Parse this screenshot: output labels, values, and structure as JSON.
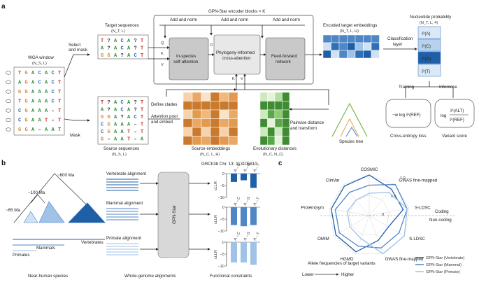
{
  "colors": {
    "blue_dark": "#1f5fa8",
    "blue_mid": "#4f86c6",
    "blue_light": "#9fc2e6",
    "orange": "#e39a4e",
    "green": "#58a845",
    "grey_box": "#c9c9c9"
  },
  "panel_a": {
    "letter": "a",
    "encoder_title": "GPN-Star encoder blocks × K",
    "add_norm": "Add and norm",
    "self_attention": [
      "In-species",
      "self-attention"
    ],
    "cross_attention": [
      "Phylogeny-informed",
      "cross-attention"
    ],
    "ffn": [
      "Feed-forward",
      "network"
    ],
    "wga_window": "WGA window",
    "wga_dims": "(N_S, L)",
    "select_mask": [
      "Select",
      "and mask"
    ],
    "mask": "Mask",
    "target_sequences": "Target sequences",
    "target_dims": "(N_T, L)",
    "source_sequences": "Source sequences",
    "source_dims": "(N_S, L)",
    "wga_rows": [
      "TGACACT",
      "AGACACT",
      "GGAAACT",
      "TGAAACT",
      "CGAAA–T",
      "CGAAT–T",
      "GGA–AAT"
    ],
    "target_rows": [
      "T?ACA?T",
      "A?ACA?T",
      "GGA?ACT"
    ],
    "source_rows": [
      "T?ACA?T",
      "A?ACA?T",
      "GGA?ACT",
      "CGAAA–T",
      "CGAAT–T",
      "G–AAT–A"
    ],
    "define_clades": "Define clades",
    "attention_pool": [
      "Attention pool",
      "and embed"
    ],
    "source_embeddings": "Source embeddings",
    "source_emb_dims": "(N_C, L, H)",
    "evolutionary_distances": "Evolutionary distances",
    "evo_dims": "(N_C, N_C)",
    "pairwise": [
      "Pairwise distance",
      "and transform"
    ],
    "species_tree": "Species tree",
    "encoded_target": "Encoded target embeddings",
    "encoded_dims": "(N_T, L, H)",
    "classification_layer": [
      "Classification",
      "layer"
    ],
    "nucleotide_probability": "Nucleotide probability",
    "nucleotide_dims": "(N_T, L, 4)",
    "probs": [
      "ℙ(A)",
      "ℙ(C)",
      "ℙ(G)",
      "ℙ(T)"
    ],
    "training": "Training",
    "inference": "Inference",
    "ce_formula": "−w log ℙ(REF)",
    "vs_formula_num": "ℙ(ALT)",
    "vs_formula_den": "ℙ(REF)",
    "vs_log": "log",
    "ce_loss": "Cross-entropy loss",
    "variant_score": "Variant score",
    "q": "Q",
    "k": "K",
    "v": "V",
    "o": "O"
  },
  "panel_b": {
    "letter": "b",
    "ages": [
      "~600 Ma",
      "~100 Ma",
      "~65 Ma"
    ],
    "groups": [
      "Mammals",
      "Primates",
      "Vertebrates"
    ],
    "alignments": [
      "Vertebrate alignment",
      "Mammal alignment",
      "Primate alignment"
    ],
    "model": "GPN-Star",
    "locus": "GRCh38  Chr. 13: 113105810",
    "variants": [
      "A→C",
      "A→G",
      "A→T"
    ],
    "ylabel": "cLLR",
    "yticks": [
      "0",
      "−5",
      "−10"
    ],
    "footers": [
      "Near-human species",
      "Whole-genome alignments",
      "Functional constraints"
    ]
  },
  "panel_c": {
    "letter": "c",
    "axes": [
      "COSMIC",
      "GWAS fine-mapped",
      "S-LDSC",
      "S-LDSC",
      "GWAS fine-mapped",
      "HGMD",
      "OMIM",
      "ProteinGym",
      "ClinVar"
    ],
    "ring_labels": [
      "1.0",
      "0.5",
      "0"
    ],
    "coding": "Coding",
    "non_coding": "Non-coding",
    "legend": [
      "GPN-Star (Vertebrate)",
      "GPN-Star (Mammal)",
      "GPN-Star (Primate)"
    ],
    "allele_title": "Allele frequencies of target variants",
    "lower": "Lower",
    "higher": "Higher"
  },
  "chart_data": [
    {
      "type": "bar",
      "title": "Vertebrate alignment",
      "categories": [
        "A→C",
        "A→G",
        "A→T"
      ],
      "values": [
        -3.5,
        -2.8,
        -6.0
      ],
      "ylim": [
        -10,
        0
      ],
      "ylabel": "cLLR"
    },
    {
      "type": "bar",
      "title": "Mammal alignment",
      "categories": [
        "A→C",
        "A→G",
        "A→T"
      ],
      "values": [
        -7.5,
        -8.0,
        -7.5
      ],
      "ylim": [
        -10,
        0
      ],
      "ylabel": "cLLR"
    },
    {
      "type": "bar",
      "title": "Primate alignment",
      "categories": [
        "A→C",
        "A→G",
        "A→T"
      ],
      "values": [
        -8.5,
        -8.5,
        -9.5
      ],
      "ylim": [
        -10,
        0
      ],
      "ylabel": "cLLR"
    },
    {
      "type": "radar",
      "axes": [
        "COSMIC",
        "GWAS fine-mapped",
        "S-LDSC",
        "S-LDSC",
        "GWAS fine-mapped",
        "HGMD",
        "OMIM",
        "ProteinGym",
        "ClinVar"
      ],
      "rlim": [
        0,
        1
      ],
      "series": [
        {
          "name": "GPN-Star (Vertebrate)",
          "values": [
            1.0,
            0.85,
            0.85,
            0.55,
            0.65,
            0.95,
            0.95,
            0.95,
            0.95
          ]
        },
        {
          "name": "GPN-Star (Mammal)",
          "values": [
            0.75,
            1.0,
            0.95,
            0.85,
            0.85,
            0.8,
            0.85,
            0.85,
            0.75
          ]
        },
        {
          "name": "GPN-Star (Primate)",
          "values": [
            0.55,
            0.75,
            0.95,
            1.0,
            1.0,
            0.6,
            0.55,
            0.55,
            0.5
          ]
        }
      ]
    }
  ]
}
